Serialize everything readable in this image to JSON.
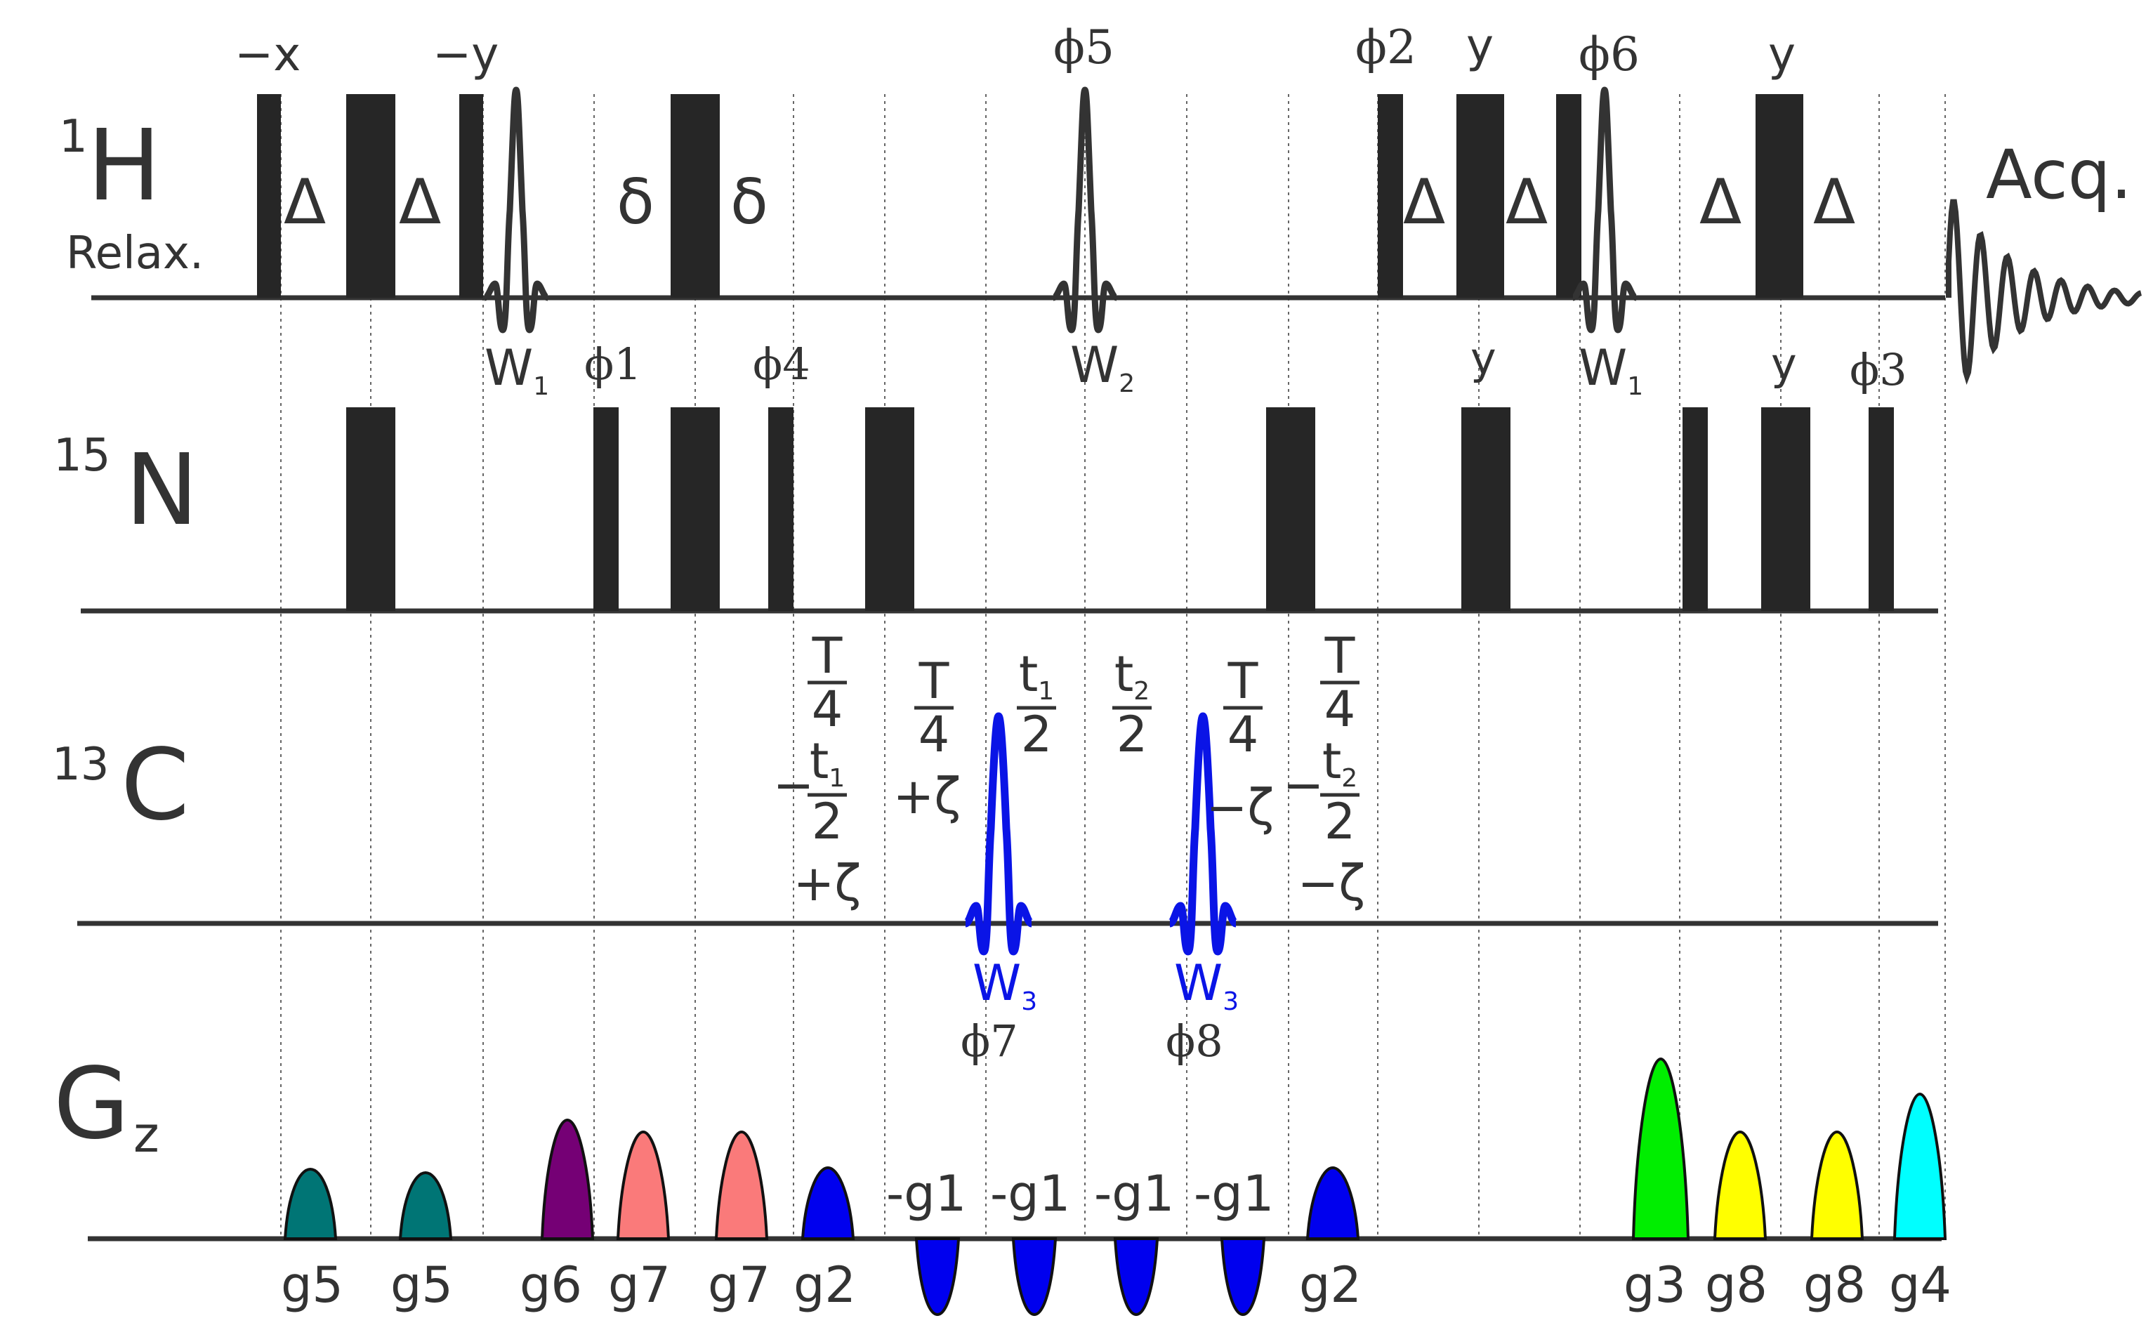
{
  "channels": {
    "h": {
      "iso": "1",
      "nuc": "H",
      "sub": "Relax."
    },
    "n": {
      "iso": "15",
      "nuc": "N"
    },
    "c": {
      "iso": "13",
      "nuc": "C"
    },
    "g": {
      "nuc": "G",
      "sub": "z"
    }
  },
  "h_labels": {
    "mx": "−x",
    "my": "−y",
    "phi5": "ϕ5",
    "phi2": "ϕ2",
    "y1": "y",
    "phi6": "ϕ6",
    "y2": "y",
    "delta1": "Δ",
    "delta2": "Δ",
    "delta3": "Δ",
    "delta4": "Δ",
    "delta5": "Δ",
    "delta6": "Δ",
    "small_delta1": "δ",
    "small_delta2": "δ",
    "acq": "Acq."
  },
  "shaped_pulses": {
    "w1a": {
      "main": "W",
      "sub": "1"
    },
    "w2": {
      "main": "W",
      "sub": "2"
    },
    "w1b": {
      "main": "W",
      "sub": "1"
    },
    "w3a": {
      "main": "W",
      "sub": "3"
    },
    "w3b": {
      "main": "W",
      "sub": "3"
    }
  },
  "n_labels": {
    "phi1": "ϕ1",
    "phi4": "ϕ4",
    "y1": "y",
    "y2": "y",
    "phi3": "ϕ3"
  },
  "c_labels": {
    "phi7": "ϕ7",
    "phi8": "ϕ8",
    "t4": "T",
    "four": "4",
    "t1": "t",
    "t1sub": "1",
    "t2": "t",
    "t2sub": "2",
    "two": "2",
    "minus": "−",
    "plus_zeta": "+ζ",
    "minus_zeta": "−ζ"
  },
  "gradients": {
    "g5a": "g5",
    "g5b": "g5",
    "g6": "g6",
    "g7a": "g7",
    "g7b": "g7",
    "g2a": "g2",
    "neg1": "-g1",
    "neg2": "-g1",
    "neg3": "-g1",
    "neg4": "-g1",
    "g2b": "g2",
    "g3": "g3",
    "g8a": "g8",
    "g8b": "g8",
    "g4": "g4"
  },
  "colors": {
    "ink": "#333333",
    "pulse": "#262626",
    "shaped_c": "#0a14e6",
    "g5": "#007575",
    "g6": "#750075",
    "g7": "#fa7a7a",
    "g2": "#0000ee",
    "g1": "#0000ee",
    "g3": "#00ee00",
    "g8": "#ffff00",
    "g4": "#00ffff"
  }
}
